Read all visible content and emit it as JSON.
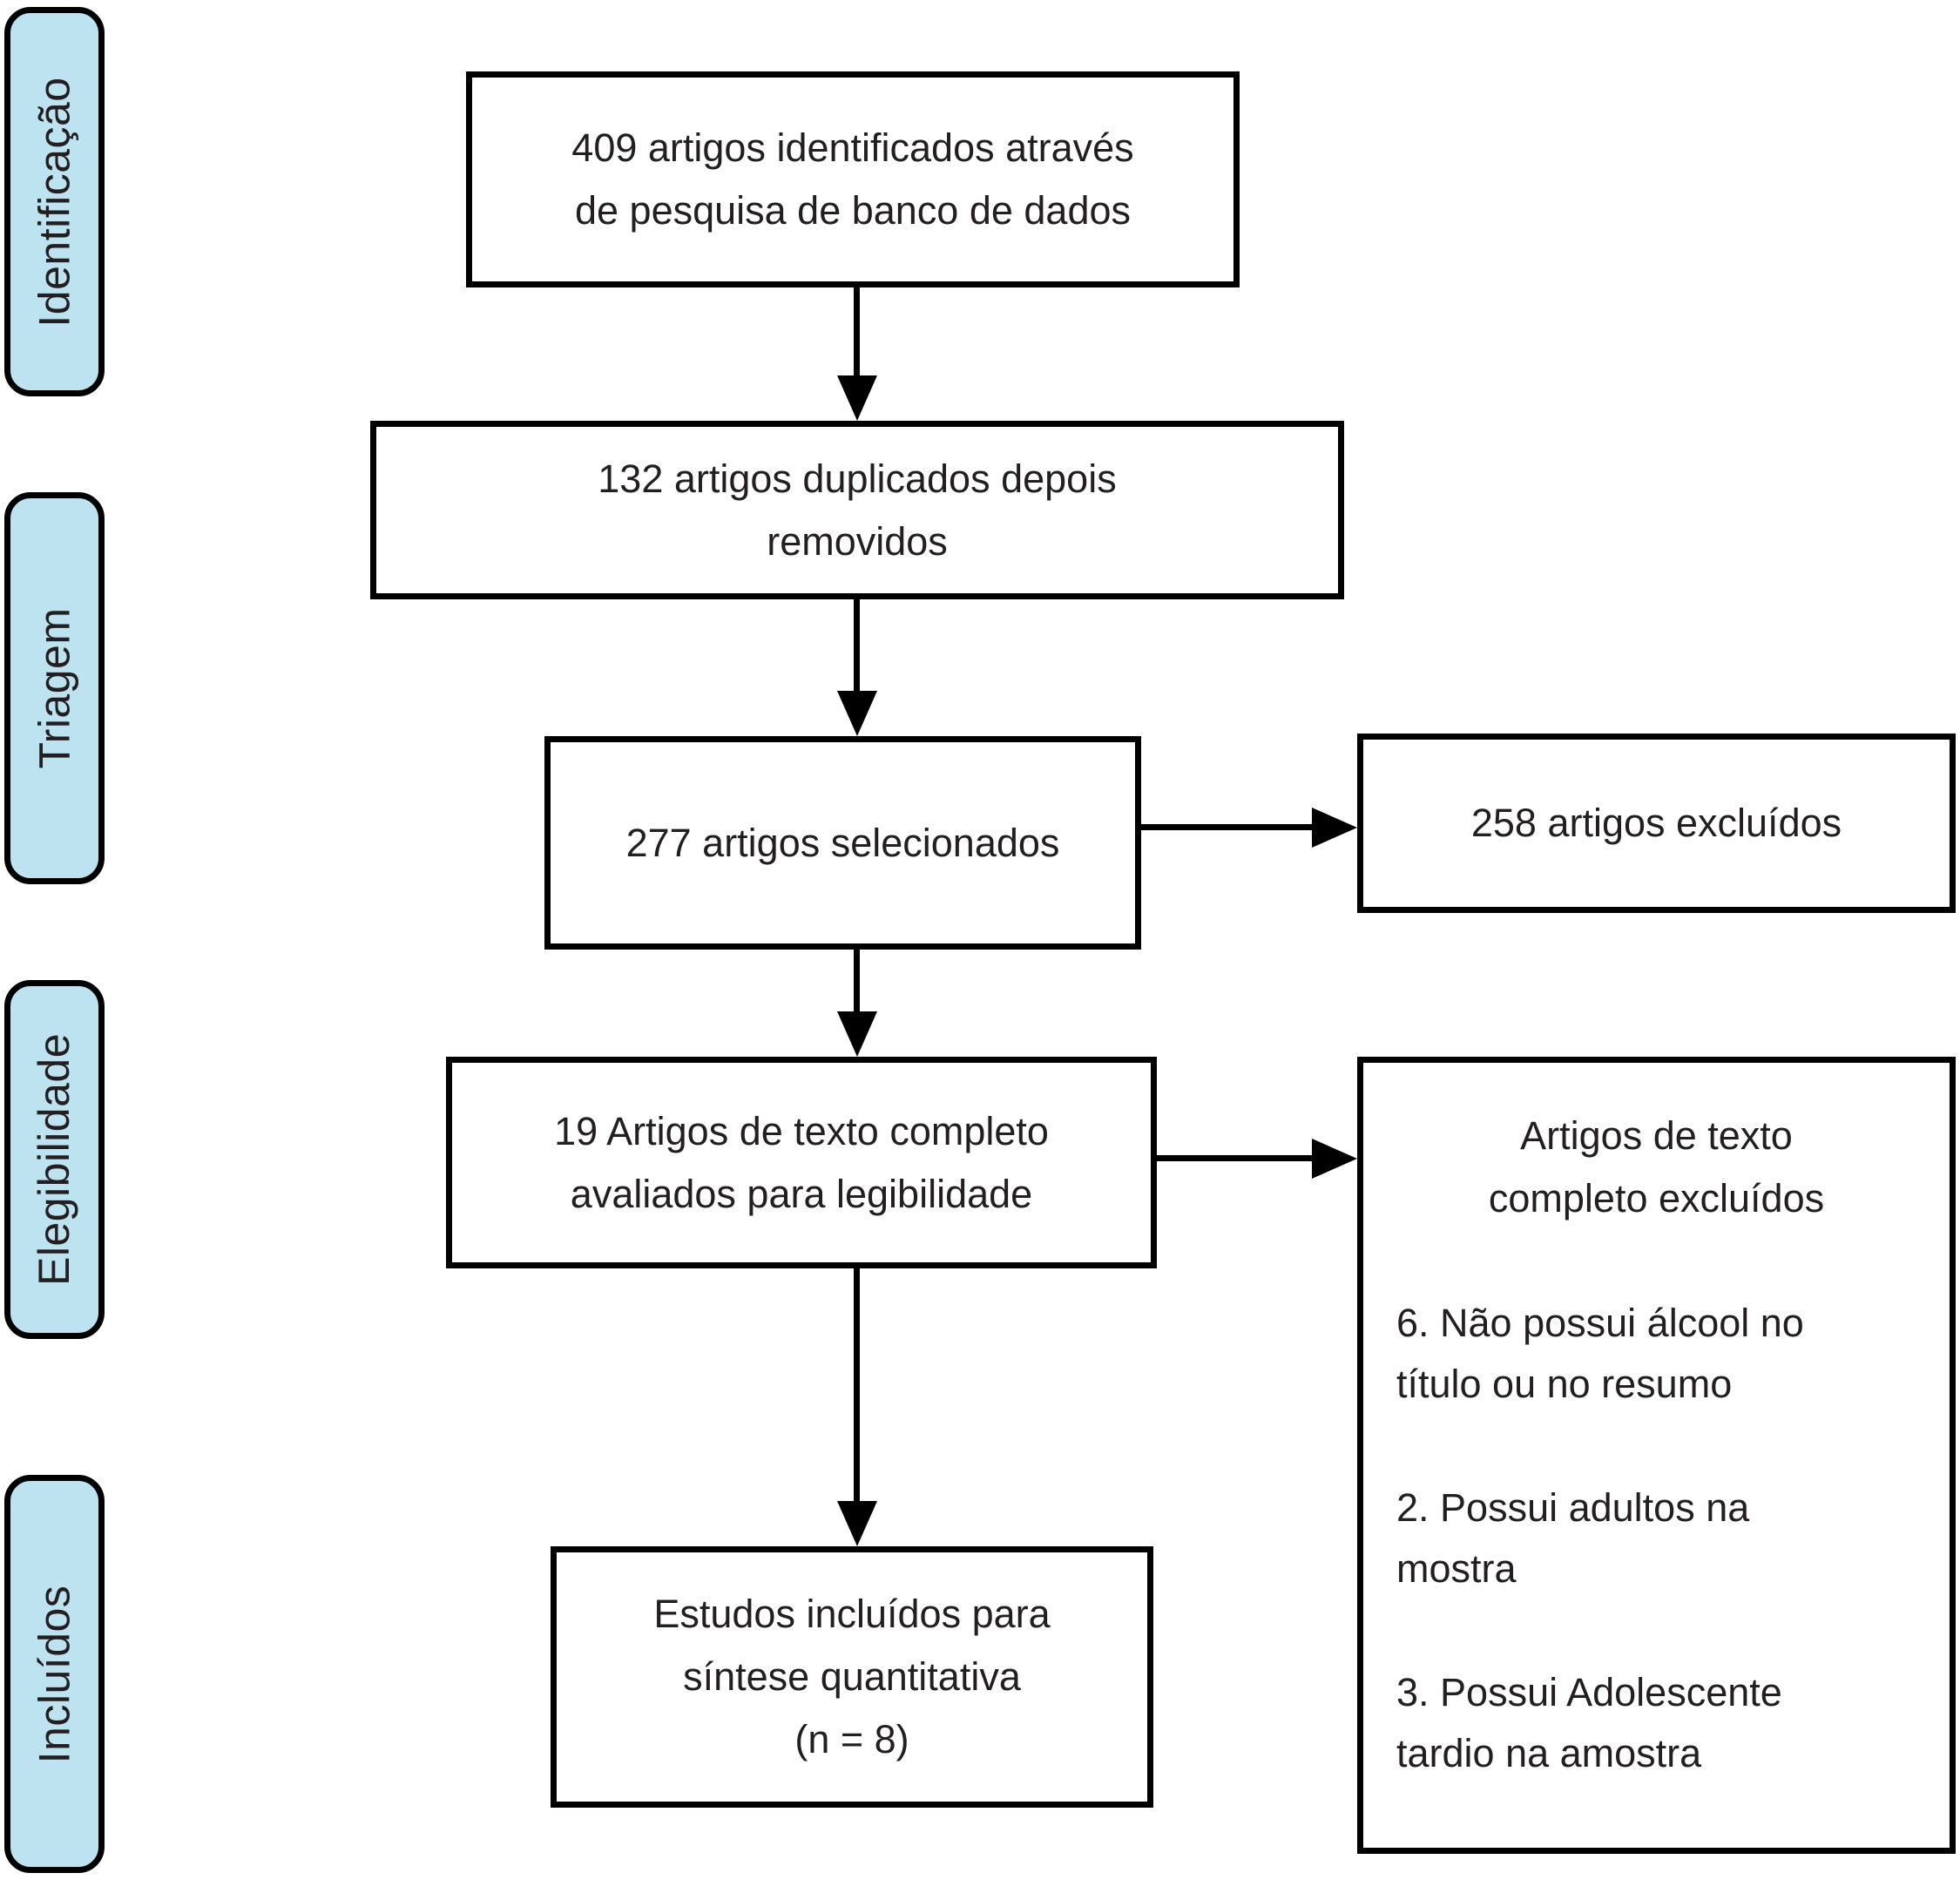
{
  "figure": {
    "type": "prisma-flow-diagram",
    "background_color": "#ffffff",
    "stage_fill_color": "#bde2f0",
    "border_color": "#000000",
    "text_color": "#231f20"
  },
  "stages": [
    {
      "label": "Identificação"
    },
    {
      "label": "Triagem"
    },
    {
      "label": "Elegibilidade"
    },
    {
      "label": "Incluídos"
    }
  ],
  "flow": {
    "identified": {
      "lines": [
        "409 artigos identificados através",
        "de pesquisa de banco de dados"
      ]
    },
    "duplicates_removed": {
      "lines": [
        "132 artigos duplicados depois",
        "removidos"
      ]
    },
    "screened": {
      "lines": [
        "277 artigos selecionados"
      ]
    },
    "screening_excluded": {
      "lines": [
        "258 artigos excluídos"
      ]
    },
    "fulltext_assessed": {
      "lines": [
        "19 Artigos de texto completo",
        "avaliados para legibilidade"
      ]
    },
    "fulltext_excluded": {
      "header": [
        "Artigos de texto",
        "completo excluídos"
      ],
      "items": [
        [
          "6. Não possui álcool no",
          "título ou no resumo"
        ],
        [
          "2. Possui adultos na",
          "mostra"
        ],
        [
          "3. Possui Adolescente",
          "tardio na amostra"
        ]
      ]
    },
    "included": {
      "lines": [
        "Estudos incluídos para",
        "síntese quantitativa",
        "(n = 8)"
      ]
    }
  }
}
